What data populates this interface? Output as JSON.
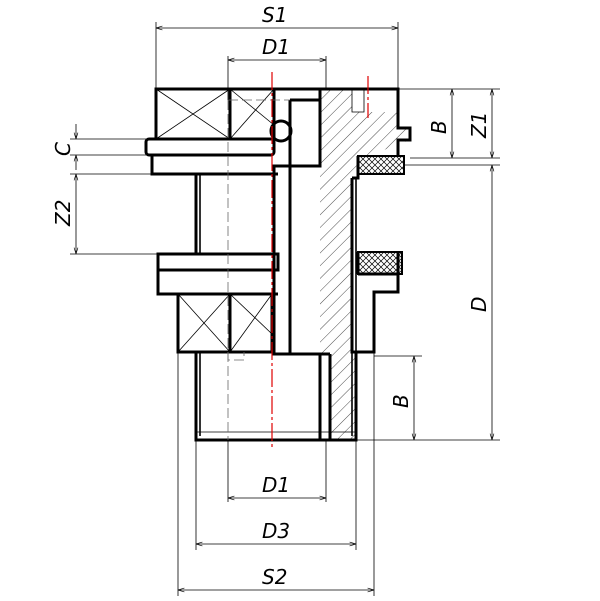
{
  "labels": {
    "s1": "S1",
    "d1_top": "D1",
    "d1_bottom": "D1",
    "d3": "D3",
    "s2": "S2",
    "b_top": "B",
    "b_bottom": "B",
    "z1": "Z1",
    "z2": "Z2",
    "c": "C",
    "d": "D"
  },
  "colors": {
    "outline": "#000000",
    "centerline": "#e00000",
    "hidden": "#666666",
    "thread": "#3a3a8a"
  }
}
